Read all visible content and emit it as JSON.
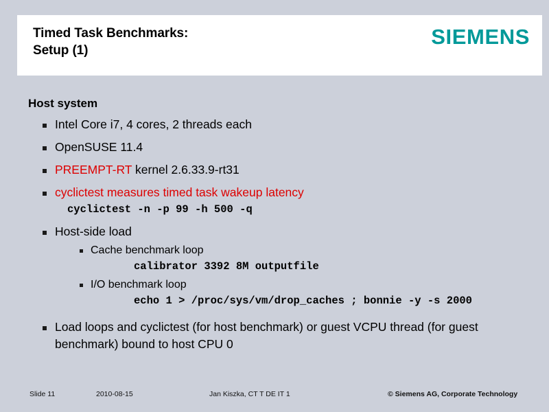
{
  "header": {
    "title": "Timed Task Benchmarks:\nSetup (1)",
    "logo_text": "SIEMENS",
    "logo_color": "#009999",
    "band_color": "#ffffff"
  },
  "theme": {
    "background": "#ccd0da",
    "text": "#000000",
    "accent_red": "#dd0000",
    "bullet_marker": "square"
  },
  "body": {
    "section_heading": "Host system",
    "bullets": [
      {
        "level": 1,
        "text": "Intel Core i7, 4 cores, 2 threads each"
      },
      {
        "level": 1,
        "text": "OpenSUSE 11.4"
      },
      {
        "level": 1,
        "highlight": "PREEMPT-RT",
        "text": " kernel 2.6.33.9-rt31"
      },
      {
        "level": 1,
        "highlight": "cyclictest measures timed task wakeup latency",
        "text": ""
      },
      {
        "level": 1,
        "text": "Host-side load"
      },
      {
        "level": 2,
        "text": "Cache benchmark loop"
      },
      {
        "level": 2,
        "text": "I/O benchmark loop"
      },
      {
        "level": 1,
        "text": "Load loops and cyclictest (for host benchmark) or guest VCPU thread (for guest benchmark) bound to host CPU 0"
      }
    ],
    "commands": {
      "cyclictest": "cyclictest -n -p 99 -h 500 -q",
      "calibrator": "calibrator 3392 8M outputfile",
      "echo_bonnie": "echo 1 > /proc/sys/vm/drop_caches ; bonnie -y -s 2000"
    }
  },
  "footer": {
    "slide_number": "Slide 11",
    "date": "2010-08-15",
    "author": "Jan Kiszka, CT T DE IT 1",
    "copyright": "© Siemens AG, Corporate Technology"
  }
}
